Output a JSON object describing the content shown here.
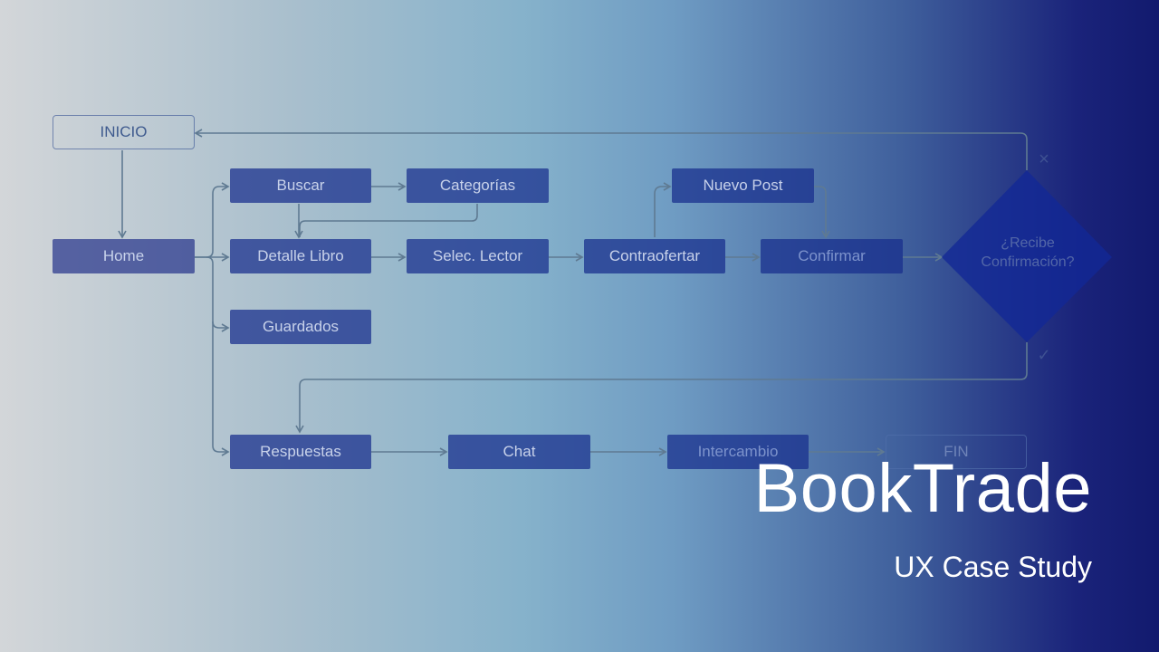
{
  "flow": {
    "inicio": "INICIO",
    "home": "Home",
    "buscar": "Buscar",
    "categorias": "Categorías",
    "detalle_libro": "Detalle Libro",
    "selec_lector": "Selec. Lector",
    "contraofertar": "Contraofertar",
    "nuevo_post": "Nuevo Post",
    "confirmar": "Confirmar",
    "guardados": "Guardados",
    "respuestas": "Respuestas",
    "chat": "Chat",
    "intercambio": "Intercambio",
    "fin": "FIN",
    "decision_line1": "¿Recibe",
    "decision_line2": "Confirmación?",
    "no_mark": "×",
    "yes_mark": "✓"
  },
  "hero": {
    "title": "BookTrade",
    "subtitle": "UX Case Study"
  },
  "colors": {
    "node_fill": "#162c8c",
    "connector": "#5f7a92",
    "title_text": "#ffffff"
  }
}
